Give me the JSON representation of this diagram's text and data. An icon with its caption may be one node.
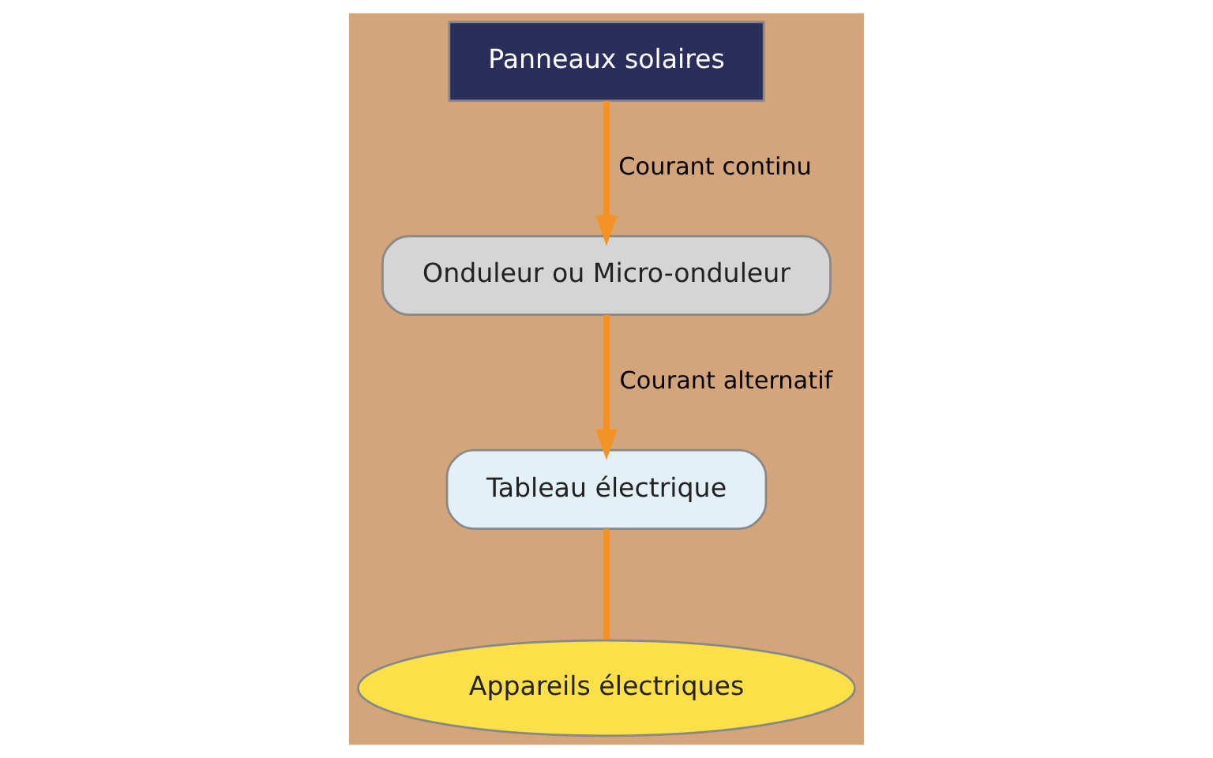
{
  "diagram": {
    "nodes": [
      {
        "text": [
          "Panneaux solaires"
        ]
      },
      {
        "text": [
          "Onduleur ou Micro-onduleur"
        ]
      },
      {
        "text": [
          "Tableau électrique"
        ]
      },
      {
        "text": [
          "Appareils électriques"
        ]
      }
    ],
    "edges": [
      {
        "from": 0,
        "to": 1,
        "arrow": "to",
        "label": "Courant continu"
      },
      {
        "from": 1,
        "to": 2,
        "arrow": "to",
        "label": "Courant alternatif"
      },
      {
        "from": 2,
        "to": 3,
        "arrow": "none"
      }
    ]
  }
}
